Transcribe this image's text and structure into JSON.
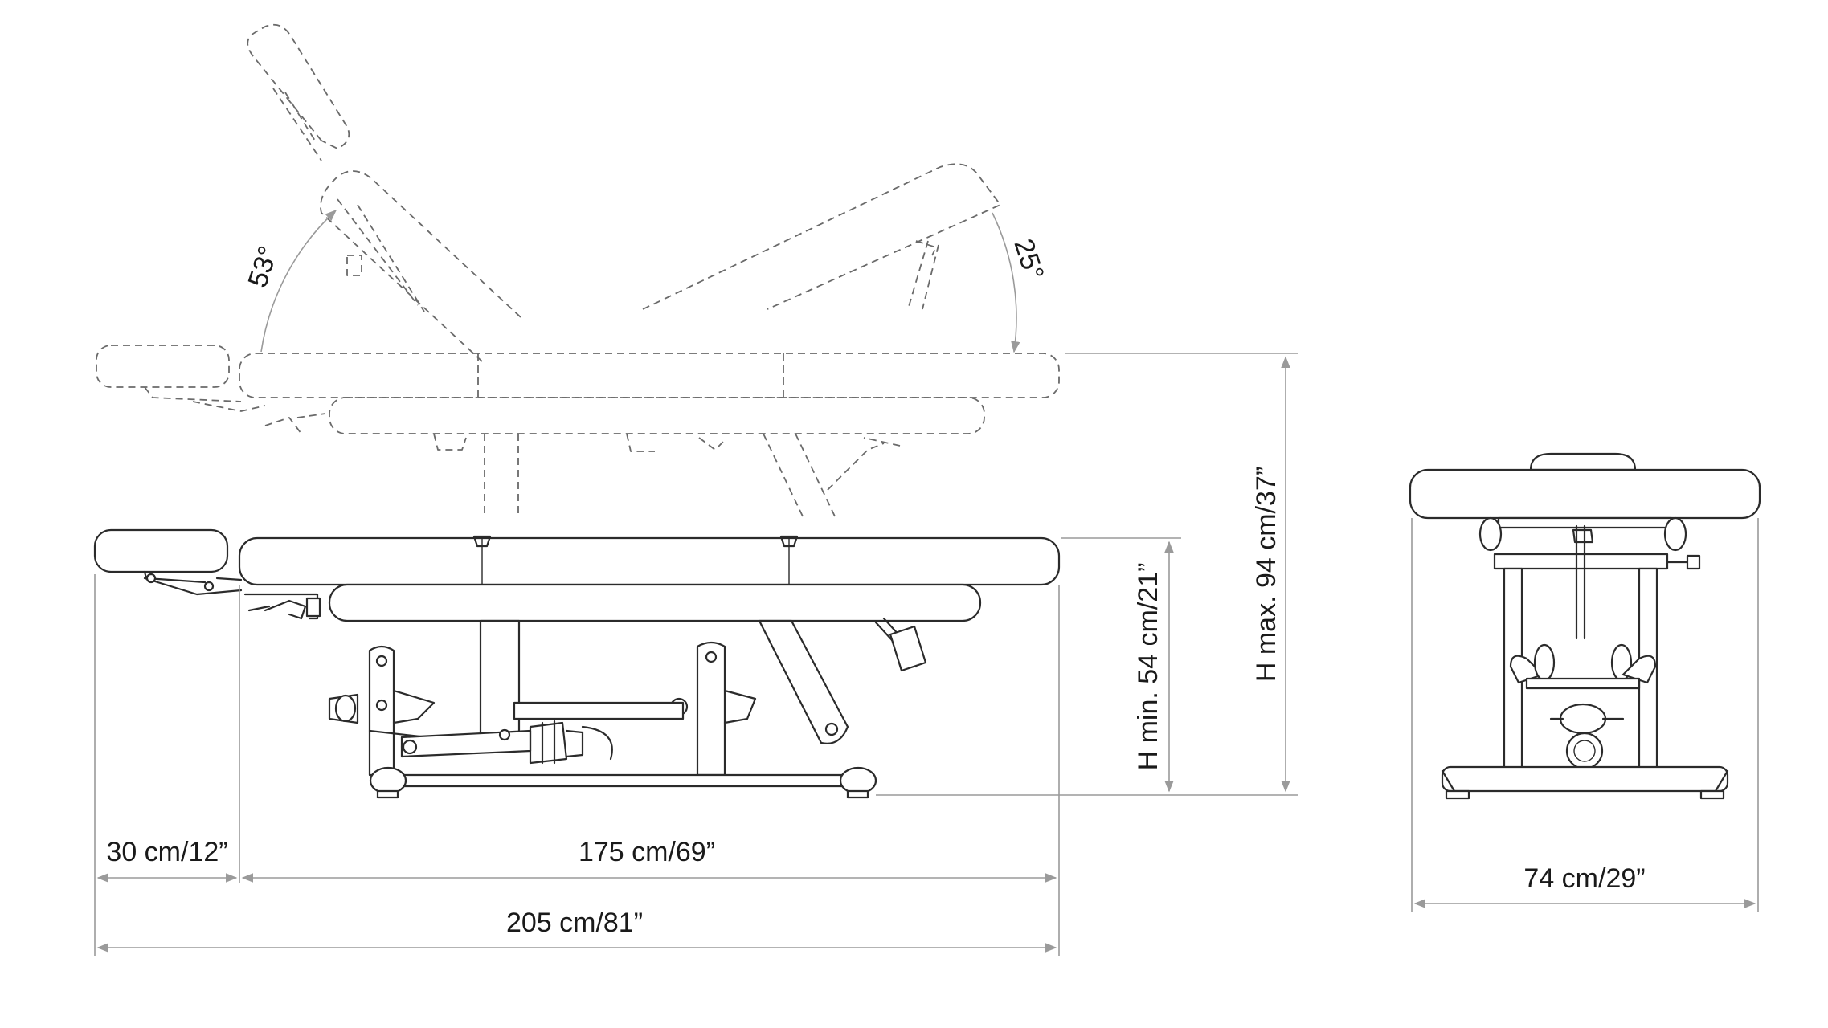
{
  "dimensions": {
    "headrest_length": "30 cm/12”",
    "table_length": "175 cm/69”",
    "total_length": "205 cm/81”",
    "height_min": "H min. 54 cm/21”",
    "height_max": "H max. 94 cm/37”",
    "width": "74 cm/29”"
  },
  "angles": {
    "backrest": "53°",
    "legrest": "25°"
  },
  "colors": {
    "line": "#2b2b2b",
    "dimension_line": "#9a9a9a",
    "background": "#ffffff"
  }
}
